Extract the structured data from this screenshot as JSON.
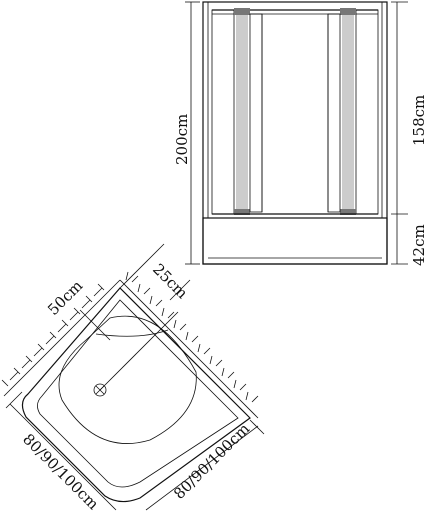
{
  "front_view": {
    "total_height_label": "200cm",
    "upper_height_label": "158cm",
    "tray_height_label": "42cm"
  },
  "plan_view": {
    "drain_offset_label": "25cm",
    "corner_depth_label": "50cm",
    "side_left_label": "80/90/100cm",
    "side_right_label": "80/90/100cm"
  },
  "colors": {
    "line": "#111111",
    "glass_strip": "#cccccc",
    "roller": "#777777"
  }
}
